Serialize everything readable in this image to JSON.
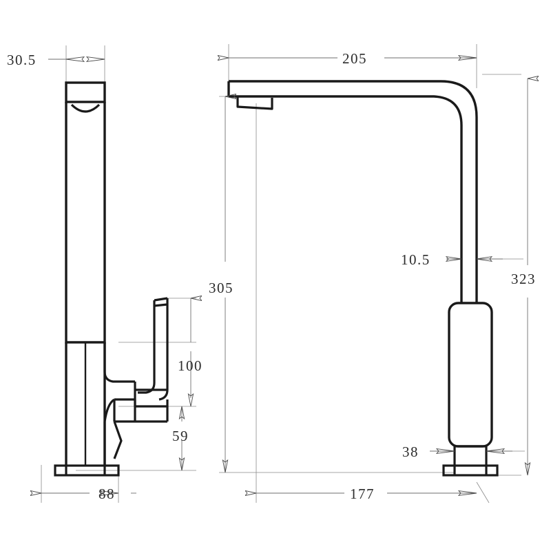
{
  "drawing": {
    "type": "engineering-dimension-drawing",
    "subject": "kitchen mixer tap / faucet",
    "views": [
      {
        "id": "front-view",
        "name": "Front view (narrow side)",
        "position": "left"
      },
      {
        "id": "side-view",
        "name": "Side view (profile)",
        "position": "right"
      }
    ],
    "line_color": "#1a1a1a",
    "dimension_line_color": "#6e6e6e",
    "background": "#ffffff"
  },
  "dimensions": {
    "spout_outlet_width": "30.5",
    "spout_reach": "205",
    "spout_height": "305",
    "handle_height": "100",
    "handle_base_height": "59",
    "base_width": "88",
    "tube_diameter": "10.5",
    "overall_height": "323",
    "body_width": "38",
    "base_depth": "177"
  },
  "labels": {
    "d_30_5": "30.5",
    "d_205": "205",
    "d_305": "305",
    "d_100": "100",
    "d_59": "59",
    "d_88": "88",
    "d_10_5": "10.5",
    "d_323": "323",
    "d_38": "38",
    "d_177": "177"
  }
}
